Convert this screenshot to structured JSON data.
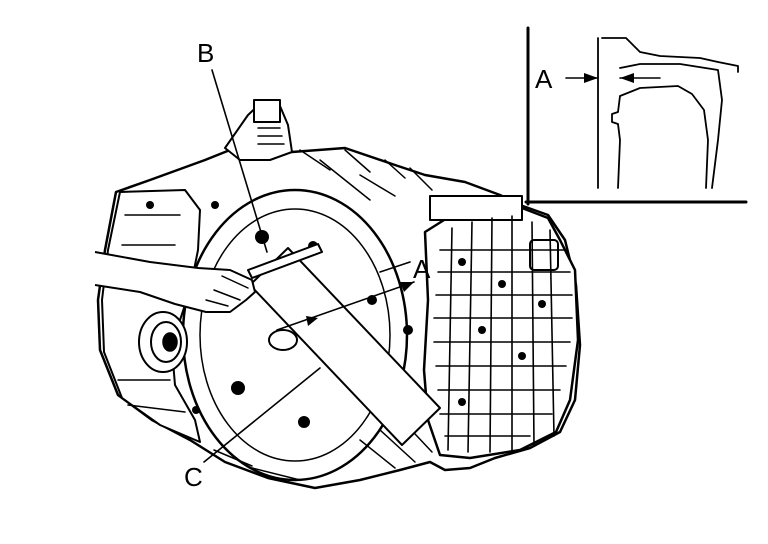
{
  "diagram": {
    "labels": {
      "b": "B",
      "a": "A",
      "c": "C",
      "inset_a": "A"
    },
    "ink_color": "#000000",
    "paper_color": "#ffffff"
  }
}
